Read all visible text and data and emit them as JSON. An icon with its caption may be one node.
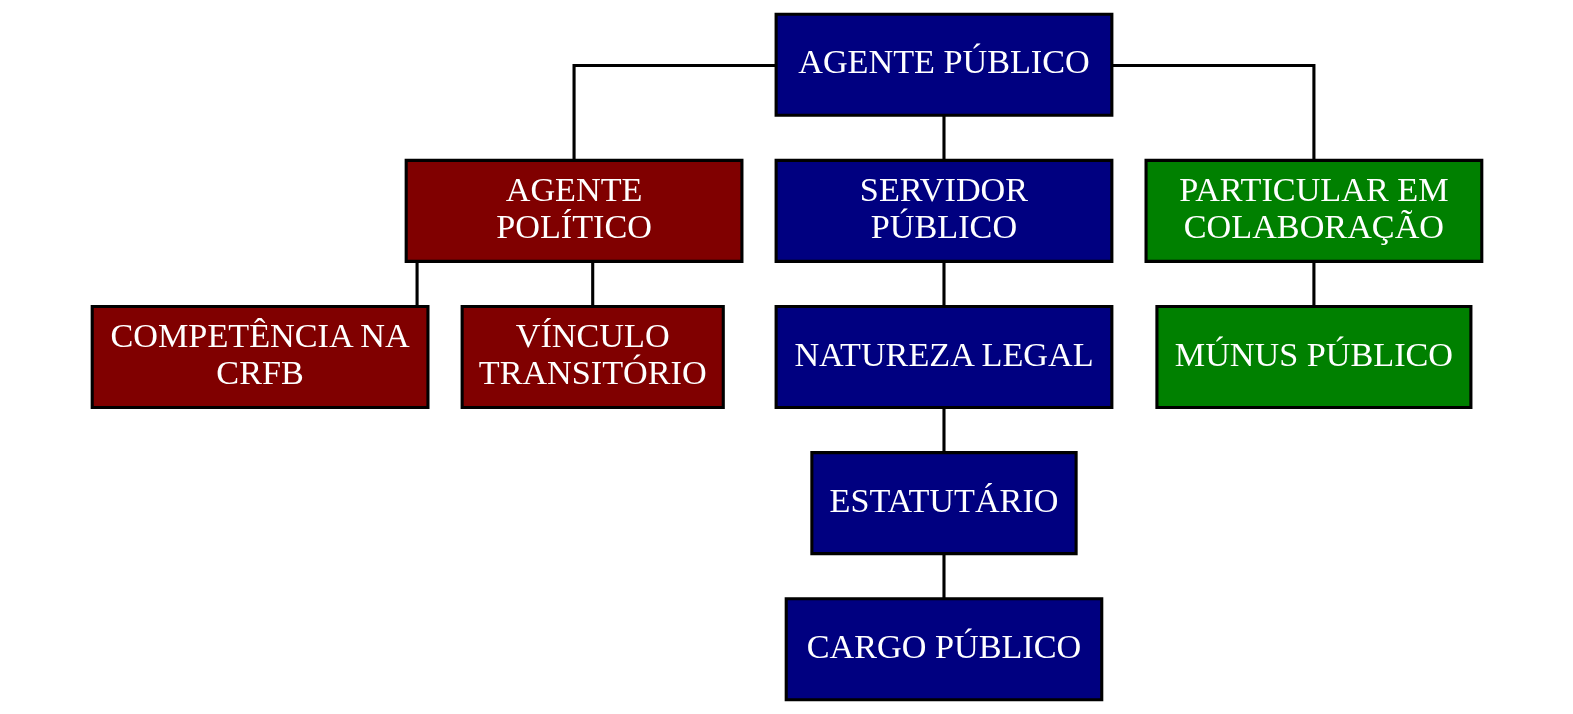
{
  "diagram": {
    "nodes": [
      {
        "text": [
          "AGENTE PÚBLICO"
        ]
      },
      {
        "text": [
          "AGENTE POLÍTICO"
        ]
      },
      {
        "text": [
          "SERVIDOR PÚBLICO"
        ]
      },
      {
        "text": [
          "PARTICULAR EM COLABORAÇÃO"
        ]
      },
      {
        "text": [
          "COMPETÊNCIA NA CRFB"
        ]
      },
      {
        "text": [
          "VÍNCULO TRANSITÓRIO"
        ]
      },
      {
        "text": [
          "NATUREZA LEGAL"
        ]
      },
      {
        "text": [
          "MÚNUS PÚBLICO"
        ]
      },
      {
        "text": [
          "ESTATUTÁRIO"
        ]
      },
      {
        "text": [
          "CARGO PÚBLICO"
        ]
      }
    ],
    "edges": [
      {
        "from": 0,
        "to": 1,
        "arrow": "none"
      },
      {
        "from": 0,
        "to": 2,
        "arrow": "none"
      },
      {
        "from": 0,
        "to": 3,
        "arrow": "none"
      },
      {
        "from": 1,
        "to": 4,
        "arrow": "none"
      },
      {
        "from": 1,
        "to": 5,
        "arrow": "none"
      },
      {
        "from": 2,
        "to": 6,
        "arrow": "none"
      },
      {
        "from": 3,
        "to": 7,
        "arrow": "none"
      },
      {
        "from": 6,
        "to": 8,
        "arrow": "none"
      },
      {
        "from": 8,
        "to": 9,
        "arrow": "none"
      }
    ]
  }
}
